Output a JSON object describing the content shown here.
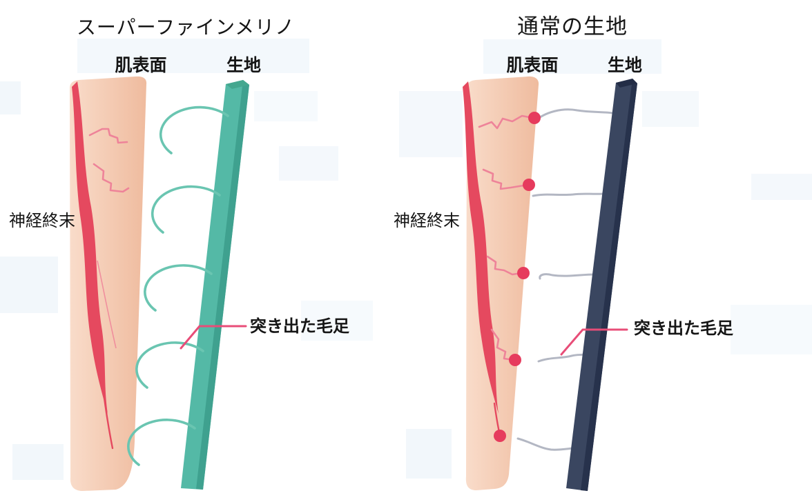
{
  "panels": [
    {
      "title": "スーパーファインメリノ",
      "labels": {
        "skin_surface": "肌表面",
        "fabric": "生地",
        "nerve_ending": "神経終末",
        "protruding_fiber": "突き出た毛足"
      },
      "fabric_color": "#54b9a6",
      "fiber_color": "#6ac5b1",
      "fiber_count": 5,
      "contact_dot_count": 0
    },
    {
      "title": "通常の生地",
      "labels": {
        "skin_surface": "肌表面",
        "fabric": "生地",
        "nerve_ending": "神経終末",
        "protruding_fiber": "突き出た毛足"
      },
      "fabric_color": "#3a4660",
      "fiber_color": "#b3b7c3",
      "fiber_count": 5,
      "contact_dot_count": 5
    }
  ],
  "colors": {
    "background": "#ffffff",
    "skin_light": "#f9dcca",
    "skin_dark": "#efbb9e",
    "nerve": "#e5495f",
    "nerve_branch": "#ee8399",
    "contact_dot": "#e63b5d",
    "fabric_left": "#54b9a6",
    "fabric_left_shade": "#3fa18f",
    "fabric_left_cap": "#44a78f",
    "fabric_right": "#3a4660",
    "fabric_right_shade": "#27324c",
    "fabric_right_cap": "#232d46",
    "fiber_left": "#6ac5b1",
    "fiber_right": "#b3b7c3",
    "callout": "#e84d78",
    "wash": "#e9f2f9",
    "text": "#151515"
  }
}
